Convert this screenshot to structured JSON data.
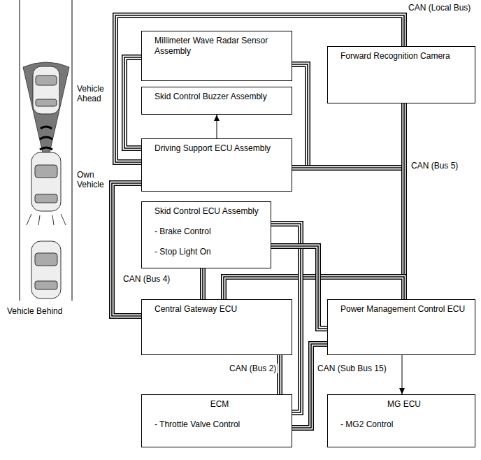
{
  "diagram": {
    "nodes": [
      {
        "text": [
          "Millimeter Wave Radar Sensor Assembly"
        ]
      },
      {
        "text": [
          "Forward Recognition Camera"
        ]
      },
      {
        "text": [
          "Skid Control Buzzer Assembly"
        ]
      },
      {
        "text": [
          "Driving Support ECU Assembly"
        ]
      },
      {
        "text": [
          "Skid Control ECU Assembly",
          "- Brake Control",
          "- Stop Light On"
        ]
      },
      {
        "text": [
          "Central Gateway ECU"
        ]
      },
      {
        "text": [
          "Power Management Control ECU"
        ]
      },
      {
        "text": [
          "ECM",
          "- Throttle Valve Control"
        ]
      },
      {
        "text": [
          "MG ECU",
          "- MG2 Control"
        ]
      }
    ],
    "edges": [
      {
        "from": 3,
        "to": 0,
        "arrow": "none"
      },
      {
        "from": 3,
        "to": 1,
        "arrow": "none"
      },
      {
        "from": 0,
        "to": 6,
        "arrow": "none"
      },
      {
        "from": 3,
        "to": 6,
        "arrow": "none"
      },
      {
        "from": 1,
        "to": 6,
        "arrow": "none"
      },
      {
        "from": 5,
        "to": 6,
        "arrow": "none"
      },
      {
        "from": 3,
        "to": 5,
        "arrow": "none"
      },
      {
        "from": 4,
        "to": 5,
        "arrow": "none"
      },
      {
        "from": 4,
        "to": 7,
        "arrow": "none"
      },
      {
        "from": 4,
        "to": 6,
        "arrow": "none"
      },
      {
        "from": 5,
        "to": 7,
        "arrow": "none"
      },
      {
        "from": 6,
        "to": 7,
        "arrow": "none"
      },
      {
        "from": 3,
        "to": 2,
        "arrow": "to"
      },
      {
        "from": 6,
        "to": 8,
        "arrow": "to"
      }
    ],
    "labels": [
      "Vehicle Ahead",
      "Own Vehicle",
      "Vehicle Behind",
      "CAN (Local Bus)",
      "CAN (Bus 5)",
      "CAN (Bus 4)",
      "CAN (Bus 2)",
      "CAN (Sub Bus 15)"
    ]
  }
}
